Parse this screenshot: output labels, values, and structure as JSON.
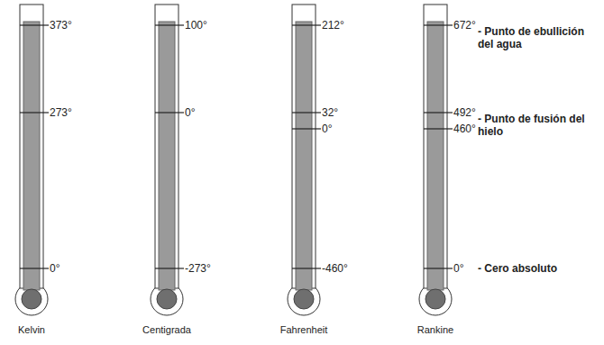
{
  "diagram": {
    "labels": [
      "373°",
      "273°",
      "0°",
      "100°",
      "0°",
      "-273°",
      "212°",
      "32°",
      "0°",
      "-460°",
      "672°",
      "492°",
      "460°",
      "0°",
      "- Punto de ebullición del agua",
      "- Punto de fusión del hielo",
      "- Cero absoluto",
      "Kelvin",
      "Centigrada",
      "Fahrenheit",
      "Rankine"
    ]
  }
}
